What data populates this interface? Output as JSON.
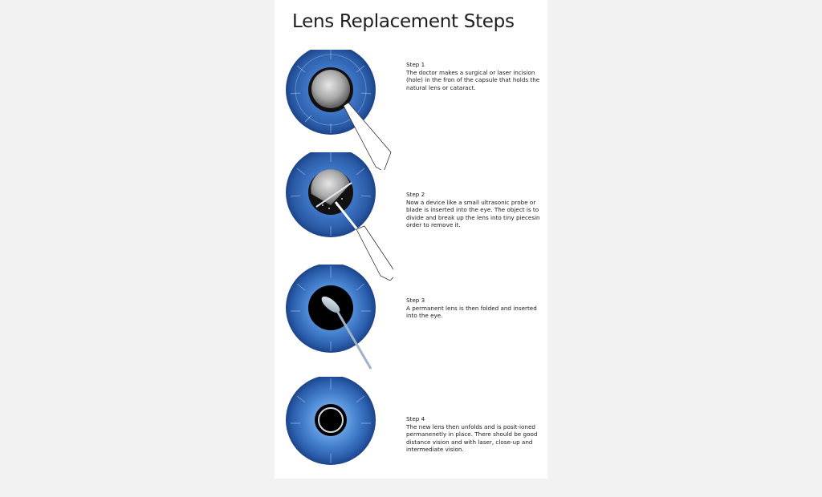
{
  "title": "Lens Replacement Steps",
  "colors": {
    "iris_dark": "#1f4f93",
    "iris_mid": "#3d79c8",
    "iris_light": "#86b7ee",
    "pupil": "#000000",
    "lens_gray": "#9a9a9a",
    "background": "#ffffff"
  },
  "steps": [
    {
      "label": "Step 1",
      "description": "The doctor makes a surgical or laser incision (hole) in the fron of the capsule that holds the natural lens or cataract."
    },
    {
      "label": "Step 2",
      "description": "Now a device like a small ultrasonic probe or blade is inserted into the eye. The object is to divide and break up the lens into tiny piecesin order to remove it."
    },
    {
      "label": "Step 3",
      "description": "A permanent lens is then folded and inserted into the eye."
    },
    {
      "label": "Step 4",
      "description": "The new lens then unfolds and is posit-ioned permanenetly in place. There should be good distance vision and with laser, close-up and intermediate vision."
    }
  ]
}
